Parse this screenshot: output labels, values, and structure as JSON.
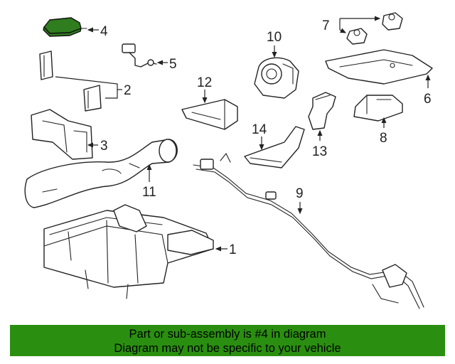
{
  "diagram": {
    "callouts": {
      "c1": "1",
      "c2": "2",
      "c3": "3",
      "c4": "4",
      "c5": "5",
      "c6": "6",
      "c7": "7",
      "c8": "8",
      "c9": "9",
      "c10": "10",
      "c11": "11",
      "c12": "12",
      "c13": "13",
      "c14": "14"
    },
    "highlighted_part": "4",
    "highlight_color": "#2f7d1e"
  },
  "banner": {
    "line1": "Part or sub-assembly is #4 in diagram",
    "line2": "Diagram may not be specific to your vehicle",
    "background": "#2a8f10"
  }
}
